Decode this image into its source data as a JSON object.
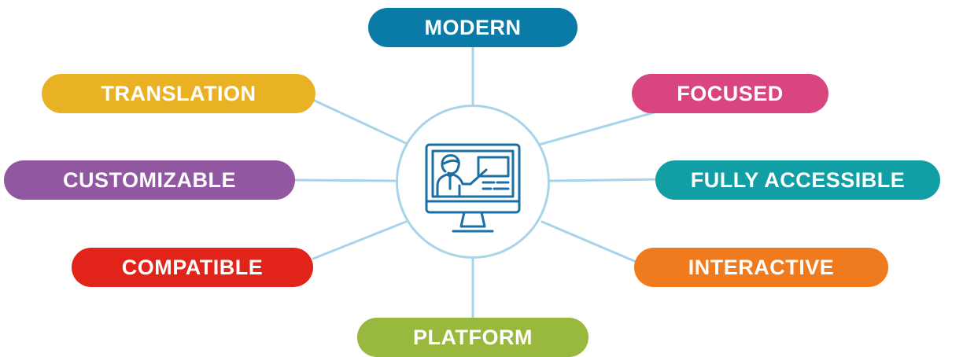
{
  "diagram": {
    "center": {
      "icon": "computer-teacher-presentation-icon"
    },
    "features": [
      {
        "id": "modern",
        "label": "MODERN",
        "color": "#0a7aa6"
      },
      {
        "id": "focused",
        "label": "FOCUSED",
        "color": "#d9467f"
      },
      {
        "id": "fully-accessible",
        "label": "FULLY ACCESSIBLE",
        "color": "#119fa5"
      },
      {
        "id": "interactive",
        "label": "INTERACTIVE",
        "color": "#f07b1e"
      },
      {
        "id": "platform",
        "label": "PLATFORM",
        "color": "#98b83e"
      },
      {
        "id": "compatible",
        "label": "COMPATIBLE",
        "color": "#e2231a"
      },
      {
        "id": "customizable",
        "label": "CUSTOMIZABLE",
        "color": "#9157a0"
      },
      {
        "id": "translation",
        "label": "TRANSLATION",
        "color": "#e8b224"
      }
    ],
    "connector_color": "#a8d4ea",
    "icon_color": "#1a6fa3"
  }
}
